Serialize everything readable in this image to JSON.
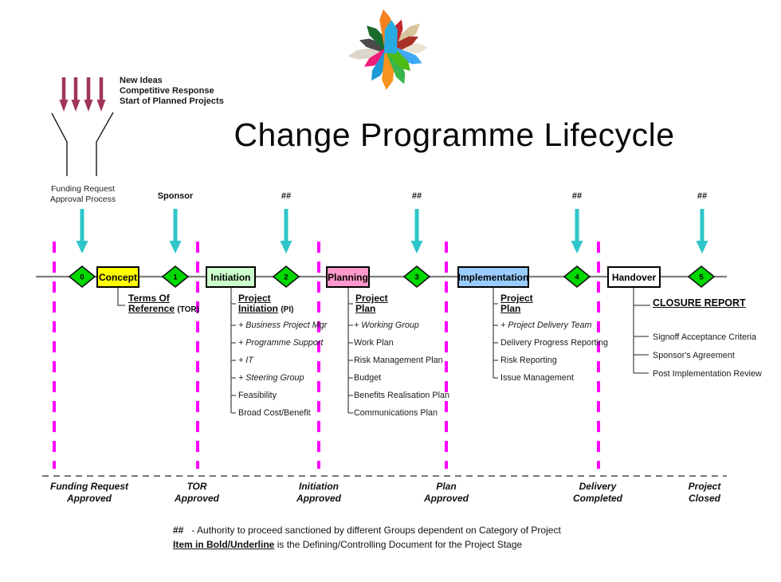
{
  "title": "Change Programme Lifecycle",
  "funnel": {
    "input_lines": [
      "New Ideas",
      "Competitive Response",
      "Start of Planned Projects"
    ],
    "caption_line1": "Funding Request",
    "caption_line2": "Approval Process"
  },
  "approvers": [
    "Sponsor",
    "##",
    "##",
    "##",
    "##"
  ],
  "milestones": [
    "0",
    "1",
    "2",
    "3",
    "4",
    "5"
  ],
  "stages": [
    {
      "name": "Concept",
      "box_color": "#FFFF00",
      "heading_line1": "Terms Of",
      "heading_line2": "Reference",
      "heading_suffix": "(TOR)",
      "items": []
    },
    {
      "name": "Initiation",
      "box_color": "#CCFFCC",
      "heading_line1": "Project",
      "heading_line2": "Initiation",
      "heading_suffix": "(PI)",
      "items": [
        "+ Business Project Mgr",
        "+ Programme Support",
        "+ IT",
        "+ Steering Group",
        "Feasibility",
        "Broad Cost/Benefit"
      ]
    },
    {
      "name": "Planning",
      "box_color": "#FF99CC",
      "heading_line1": "Project",
      "heading_line2": "Plan",
      "heading_suffix": "",
      "items": [
        "+ Working Group",
        "Work Plan",
        "Risk Management Plan",
        "Budget",
        "Benefits Realisation Plan",
        "Communications Plan"
      ]
    },
    {
      "name": "Implementation",
      "box_color": "#99CCFF",
      "heading_line1": "Project",
      "heading_line2": "Plan",
      "heading_suffix": "",
      "items": [
        "+ Project Delivery Team",
        "Delivery Progress Reporting",
        "Risk Reporting",
        "Issue Management"
      ]
    },
    {
      "name": "Handover",
      "box_color": "#FFFFFF",
      "heading_line1": "CLOSURE REPORT",
      "heading_line2": "",
      "heading_suffix": "",
      "items": [
        "Signoff Acceptance Criteria",
        "Sponsor's Agreement",
        "Post Implementation Review"
      ]
    }
  ],
  "gate_labels": [
    {
      "line1": "Funding Request",
      "line2": "Approved"
    },
    {
      "line1": "TOR",
      "line2": "Approved"
    },
    {
      "line1": "Initiation",
      "line2": "Approved"
    },
    {
      "line1": "Plan",
      "line2": "Approved"
    },
    {
      "line1": "Delivery",
      "line2": "Completed"
    },
    {
      "line1": "Project",
      "line2": "Closed"
    }
  ],
  "footnotes": {
    "hash_symbol": "##",
    "hash_text": "-  Authority to proceed sanctioned by different Groups dependent on Category of Project",
    "bold_term": "Item in Bold/Underline",
    "bold_text": "is the Defining/Controlling Document for the Project Stage"
  },
  "palette": {
    "gate_line_magenta": "#FF00FF",
    "approval_arrow_cyan": "#2EC6C8",
    "milestone_green": "#00D800",
    "input_arrow_maroon": "#A0355A",
    "timeline_gray": "#7F7F7F",
    "concept_yellow": "#FFFF00",
    "initiation_green": "#CCFFCC",
    "planning_pink": "#FF99CC",
    "implementation_blue": "#99CCFF"
  }
}
